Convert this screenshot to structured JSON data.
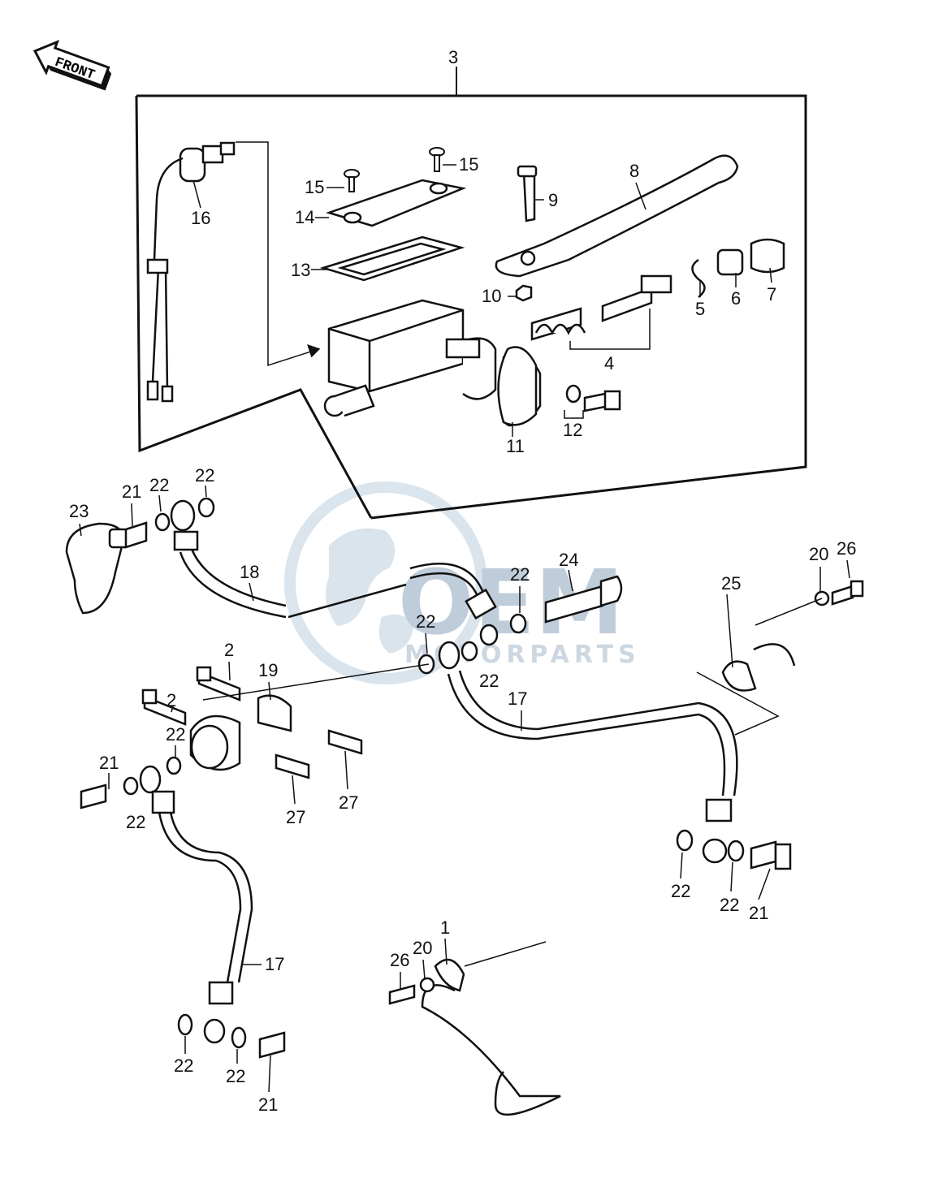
{
  "front_label": "FRONT",
  "watermark": {
    "brand": "OEM",
    "tagline": "MOTORPARTS",
    "brand_color": "#b9c7d6",
    "globe_color": "#d6e2ec"
  },
  "callouts": [
    {
      "id": "c3",
      "text": "3"
    },
    {
      "id": "c16",
      "text": "16"
    },
    {
      "id": "c15a",
      "text": "15"
    },
    {
      "id": "c15b",
      "text": "15"
    },
    {
      "id": "c14",
      "text": "14"
    },
    {
      "id": "c13",
      "text": "13"
    },
    {
      "id": "c9",
      "text": "9"
    },
    {
      "id": "c8",
      "text": "8"
    },
    {
      "id": "c10",
      "text": "10"
    },
    {
      "id": "c5",
      "text": "5"
    },
    {
      "id": "c6",
      "text": "6"
    },
    {
      "id": "c7",
      "text": "7"
    },
    {
      "id": "c4",
      "text": "4"
    },
    {
      "id": "c11",
      "text": "11"
    },
    {
      "id": "c12",
      "text": "12"
    },
    {
      "id": "c23",
      "text": "23"
    },
    {
      "id": "c21a",
      "text": "21"
    },
    {
      "id": "c22a",
      "text": "22"
    },
    {
      "id": "c22b",
      "text": "22"
    },
    {
      "id": "c18",
      "text": "18"
    },
    {
      "id": "c24",
      "text": "24"
    },
    {
      "id": "c22c",
      "text": "22"
    },
    {
      "id": "c22d",
      "text": "22"
    },
    {
      "id": "c22e",
      "text": "22"
    },
    {
      "id": "c25",
      "text": "25"
    },
    {
      "id": "c20a",
      "text": "20"
    },
    {
      "id": "c26a",
      "text": "26"
    },
    {
      "id": "c2a",
      "text": "2"
    },
    {
      "id": "c2b",
      "text": "2"
    },
    {
      "id": "c19",
      "text": "19"
    },
    {
      "id": "c22f",
      "text": "22"
    },
    {
      "id": "c21b",
      "text": "21"
    },
    {
      "id": "c22g",
      "text": "22"
    },
    {
      "id": "c27a",
      "text": "27"
    },
    {
      "id": "c27b",
      "text": "27"
    },
    {
      "id": "c17a",
      "text": "17"
    },
    {
      "id": "c22h",
      "text": "22"
    },
    {
      "id": "c22i",
      "text": "22"
    },
    {
      "id": "c21c",
      "text": "21"
    },
    {
      "id": "c17b",
      "text": "17"
    },
    {
      "id": "c26b",
      "text": "26"
    },
    {
      "id": "c20b",
      "text": "20"
    },
    {
      "id": "c1",
      "text": "1"
    },
    {
      "id": "c22j",
      "text": "22"
    },
    {
      "id": "c22k",
      "text": "22"
    },
    {
      "id": "c21d",
      "text": "21"
    }
  ]
}
